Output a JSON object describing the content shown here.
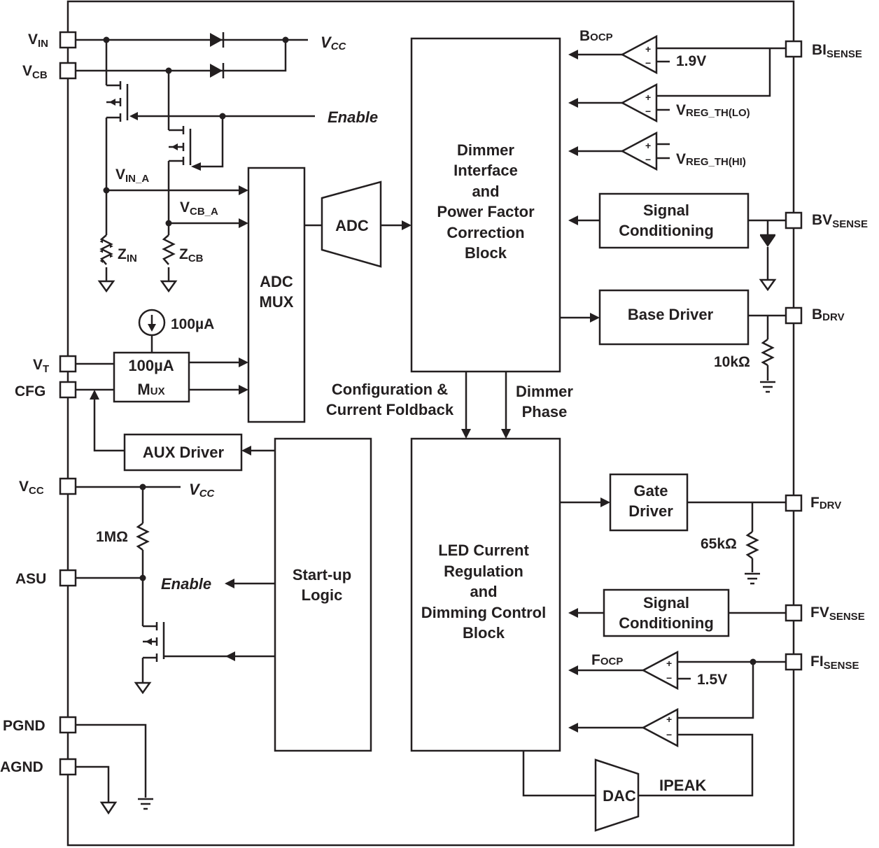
{
  "pins_left": {
    "vin": {
      "main": "V",
      "sub": "IN"
    },
    "vcb": {
      "main": "V",
      "sub": "CB"
    },
    "vt": {
      "main": "V",
      "sub": "T"
    },
    "cfg": "CFG",
    "vcc": {
      "main": "V",
      "sub": "CC"
    },
    "asu": "ASU",
    "pgnd": "PGND",
    "agnd": "AGND"
  },
  "pins_right": {
    "bisense": {
      "main": "BI",
      "sub": "SENSE"
    },
    "bvsense": {
      "main": "BV",
      "sub": "SENSE"
    },
    "bdrv": {
      "main": "B",
      "sub": "DRV"
    },
    "fdrv": {
      "main": "F",
      "sub": "DRV"
    },
    "fvsense": {
      "main": "FV",
      "sub": "SENSE"
    },
    "fisense": {
      "main": "FI",
      "sub": "SENSE"
    }
  },
  "signals": {
    "vcc_top": {
      "main": "V",
      "sub": "CC"
    },
    "enable_top": "Enable",
    "vin_a": {
      "main": "V",
      "sub": "IN_A"
    },
    "vcb_a": {
      "main": "V",
      "sub": "CB_A"
    },
    "zin": {
      "main": "Z",
      "sub": "IN"
    },
    "zcb": {
      "main": "Z",
      "sub": "CB"
    },
    "current_source": "100µA",
    "vcc_mid": {
      "main": "V",
      "sub": "CC"
    },
    "enable_mid": "Enable",
    "res_1m": "1MΩ",
    "bocp": {
      "main": "B",
      "sub": "OCP"
    },
    "v19": "1.9V",
    "vreg_lo": {
      "main": "V",
      "sub": "REG_TH(LO)"
    },
    "vreg_hi": {
      "main": "V",
      "sub": "REG_TH(HI)"
    },
    "res_10k": "10kΩ",
    "res_65k": "65kΩ",
    "focp": {
      "main": "F",
      "sub": "OCP"
    },
    "v15": "1.5V",
    "ipeak": "IPEAK",
    "config_fold": [
      "Configuration &",
      "Current Foldback"
    ],
    "dimmer_phase": [
      "Dimmer",
      "Phase"
    ]
  },
  "blocks": {
    "adc_mux": [
      "ADC",
      "MUX"
    ],
    "adc": "ADC",
    "mux_100ua": {
      "line1": "100µA",
      "line2_main": "M",
      "line2_sub": "UX"
    },
    "aux_driver": "AUX Driver",
    "startup": [
      "Start-up",
      "Logic"
    ],
    "dimmer_pfc": [
      "Dimmer",
      "Interface",
      "and",
      "Power Factor",
      "Correction",
      "Block"
    ],
    "led_ctrl": [
      "LED Current",
      "Regulation",
      "and",
      "Dimming Control",
      "Block"
    ],
    "sig_cond_top": [
      "Signal",
      "Conditioning"
    ],
    "base_driver": "Base Driver",
    "gate_driver": [
      "Gate",
      "Driver"
    ],
    "sig_cond_bottom": [
      "Signal",
      "Conditioning"
    ],
    "dac": "DAC"
  },
  "comparator_signs": {
    "plus": "+",
    "minus": "−"
  }
}
